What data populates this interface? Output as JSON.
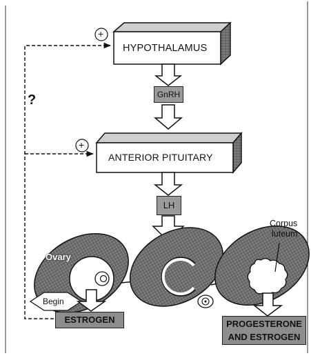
{
  "nodes": {
    "hypothalamus": "HYPOTHALAMUS",
    "gnrh": "GnRH",
    "anterior_pituitary": "ANTERIOR PITUITARY",
    "lh": "LH",
    "ovary": "Ovary",
    "begin": "Begin",
    "estrogen": "ESTROGEN",
    "corpus_luteum_line1": "Corpus",
    "corpus_luteum_line2": "luteum",
    "progesterone_line1": "PROGESTERONE",
    "progesterone_line2": "AND ESTROGEN"
  },
  "feedback": {
    "question_mark": "?",
    "plus_sign": "+"
  }
}
